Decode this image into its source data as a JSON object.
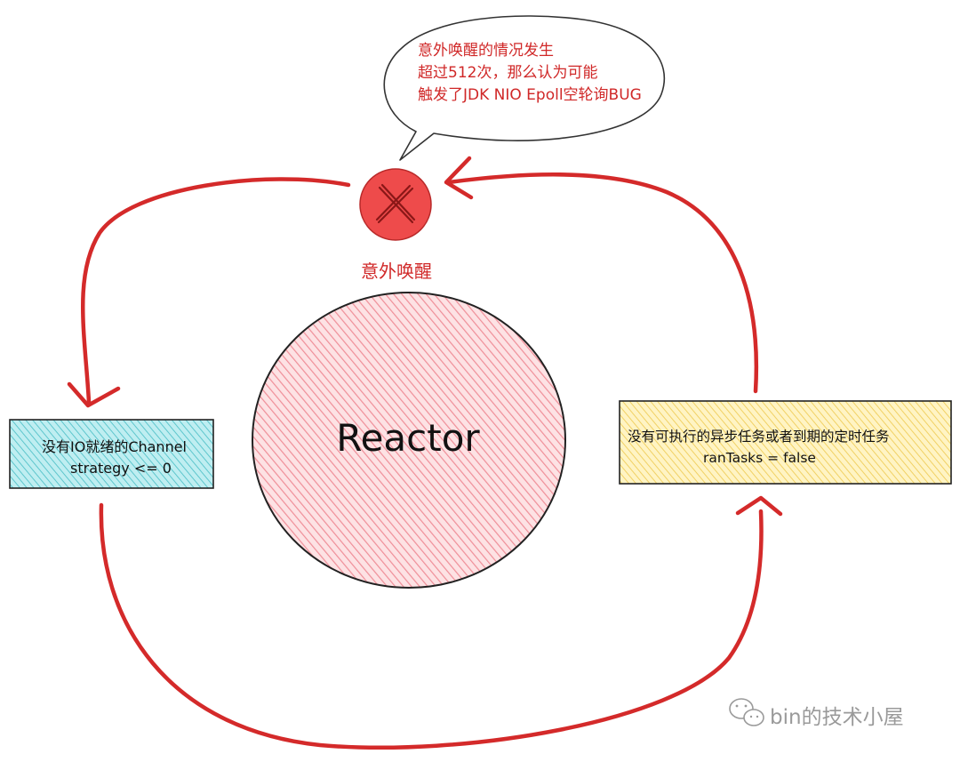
{
  "bubble": {
    "line1": "意外唤醒的情况发生",
    "line2": "超过512次，那么认为可能",
    "line3": "触发了JDK NIO Epoll空轮询BUG"
  },
  "wakeup": {
    "label": "意外唤醒",
    "icon": "x-mark-icon"
  },
  "reactor": {
    "label": "Reactor"
  },
  "left_box": {
    "line1": "没有IO就绪的Channel",
    "line2": "strategy  <=  0"
  },
  "right_box": {
    "line1": "没有可执行的异步任务或者到期的定时任务",
    "line2": "ranTasks = false"
  },
  "watermark": {
    "text": "bin的技术小屋",
    "icon": "wechat-icon"
  },
  "colors": {
    "arrow": "#d42a2a",
    "bubble_text": "#d02828",
    "wakeup_fill": "#ee4b4b",
    "reactor_hatch": "#f2a0a8",
    "left_box_fill": "#6fd0d6",
    "right_box_fill": "#f5dc78",
    "watermark": "#9a9a9a"
  }
}
